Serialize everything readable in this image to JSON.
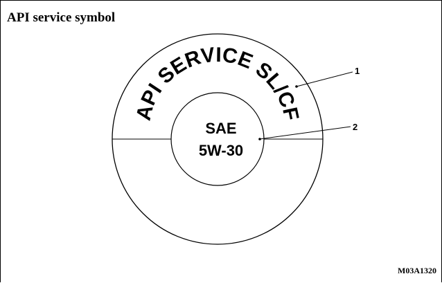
{
  "title": "API service symbol",
  "symbol": {
    "arc_text": "API SERVICE SL/CF",
    "center_line1": "SAE",
    "center_line2": "5W-30"
  },
  "callouts": [
    {
      "number": "1"
    },
    {
      "number": "2"
    }
  ],
  "figure_code": "M03A1320"
}
